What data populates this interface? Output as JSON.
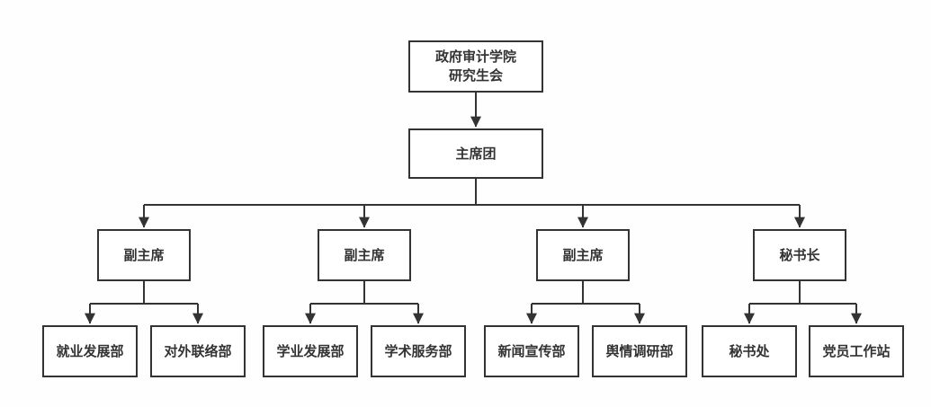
{
  "diagram": {
    "type": "org-chart",
    "stroke_color": "#333333",
    "box_fill": "#ffffff",
    "text_color": "#333333",
    "background": "#fefefe"
  },
  "nodes": {
    "root": {
      "line1": "政府审计学院",
      "line2": "研究生会"
    },
    "presidium": {
      "label": "主席团"
    },
    "branches": [
      {
        "label": "副主席",
        "children": [
          {
            "label": "就业发展部"
          },
          {
            "label": "对外联络部"
          }
        ]
      },
      {
        "label": "副主席",
        "children": [
          {
            "label": "学业发展部"
          },
          {
            "label": "学术服务部"
          }
        ]
      },
      {
        "label": "副主席",
        "children": [
          {
            "label": "新闻宣传部"
          },
          {
            "label": "舆情调研部"
          }
        ]
      },
      {
        "label": "秘书长",
        "children": [
          {
            "label": "秘书处"
          },
          {
            "label": "党员工作站"
          }
        ]
      }
    ]
  }
}
